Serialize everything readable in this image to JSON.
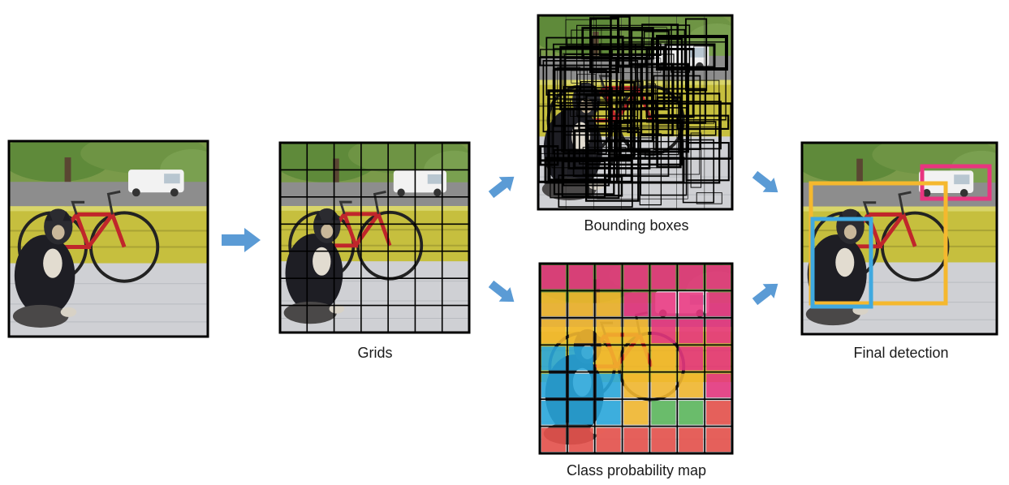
{
  "captions": {
    "grids": "Grids",
    "bounding_boxes": "Bounding boxes",
    "class_probability_map": "Class probability map",
    "final_detection": "Final detection"
  },
  "grid": {
    "rows": 7,
    "cols": 7
  },
  "colors": {
    "arrow": "#5b9bd5",
    "class_pink": "#e8357f",
    "class_yellow": "#f5b82e",
    "class_blue": "#29a9de",
    "class_green": "#5cb85c",
    "class_red": "#e8504a",
    "detection_dog": "#3fa9e0",
    "detection_bicycle": "#f5b82e",
    "detection_car": "#e8357f"
  },
  "class_map": [
    [
      "pink",
      "pink",
      "pink",
      "pink",
      "pink",
      "pink",
      "pink"
    ],
    [
      "yellow",
      "yellow",
      "yellow",
      "pink",
      "pink",
      "pink",
      "pink"
    ],
    [
      "yellow",
      "yellow",
      "yellow",
      "yellow",
      "pink",
      "pink",
      "pink"
    ],
    [
      "blue",
      "blue",
      "yellow",
      "yellow",
      "yellow",
      "pink",
      "pink"
    ],
    [
      "blue",
      "blue",
      "blue",
      "yellow",
      "yellow",
      "yellow",
      "pink"
    ],
    [
      "blue",
      "blue",
      "blue",
      "yellow",
      "green",
      "green",
      "red"
    ],
    [
      "red",
      "red",
      "red",
      "red",
      "red",
      "red",
      "red"
    ]
  ],
  "detections": [
    {
      "label": "dog",
      "color": "detection_dog"
    },
    {
      "label": "bicycle",
      "color": "detection_bicycle"
    },
    {
      "label": "car",
      "color": "detection_car"
    }
  ]
}
